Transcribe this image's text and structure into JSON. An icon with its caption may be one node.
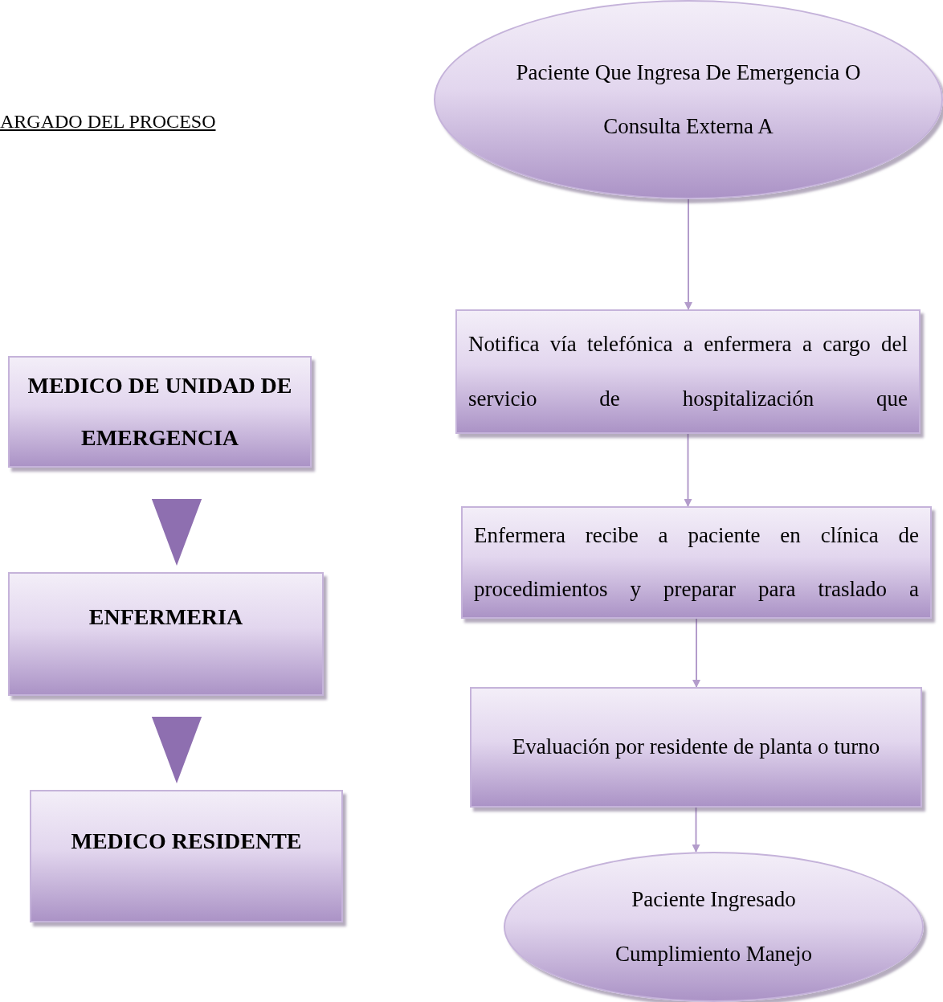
{
  "diagram": {
    "title": "ARGADO DEL PROCESO",
    "nodes": [
      {
        "text": [
          "MEDICO DE UNIDAD DE EMERGENCIA"
        ]
      },
      {
        "text": [
          "ENFERMERIA"
        ]
      },
      {
        "text": [
          "MEDICO RESIDENTE"
        ]
      },
      {
        "text": [
          "Paciente Que Ingresa De Emergencia O Consulta Externa A"
        ]
      },
      {
        "text": [
          "Notifica vía telefónica a enfermera a cargo del servicio de hospitalización que"
        ]
      },
      {
        "text": [
          "Enfermera recibe a paciente en clínica de procedimientos y preparar para traslado a"
        ]
      },
      {
        "text": [
          "Evaluación por residente de planta o turno"
        ]
      },
      {
        "text": [
          "Paciente Ingresado Cumplimiento Manejo"
        ]
      }
    ],
    "edges": [
      {
        "from": 0,
        "to": 1,
        "arrow": "to",
        "style": "thick"
      },
      {
        "from": 1,
        "to": 2,
        "arrow": "to",
        "style": "thick"
      },
      {
        "from": 3,
        "to": 4,
        "arrow": "to"
      },
      {
        "from": 4,
        "to": 5,
        "arrow": "to"
      },
      {
        "from": 5,
        "to": 6,
        "arrow": "to"
      },
      {
        "from": 6,
        "to": 7,
        "arrow": "to"
      }
    ]
  }
}
